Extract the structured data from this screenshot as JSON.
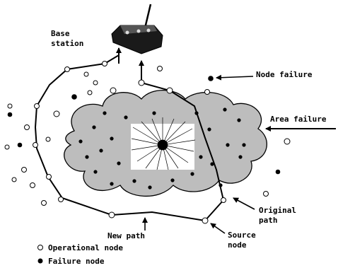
{
  "labels": {
    "base_station": [
      "Base",
      "station"
    ],
    "node_failure": "Node failure",
    "area_failure": "Area failure",
    "original_path": [
      "Original",
      "path"
    ],
    "new_path": "New path",
    "source_node": [
      "Source",
      "node"
    ]
  },
  "legend": {
    "operational": "Operational node",
    "failure": "Failure node"
  },
  "colors": {
    "cloud_fill": "#bdbdbd",
    "node_outline": "#000000",
    "operational_fill": "#ffffff",
    "failure_fill": "#000000"
  }
}
